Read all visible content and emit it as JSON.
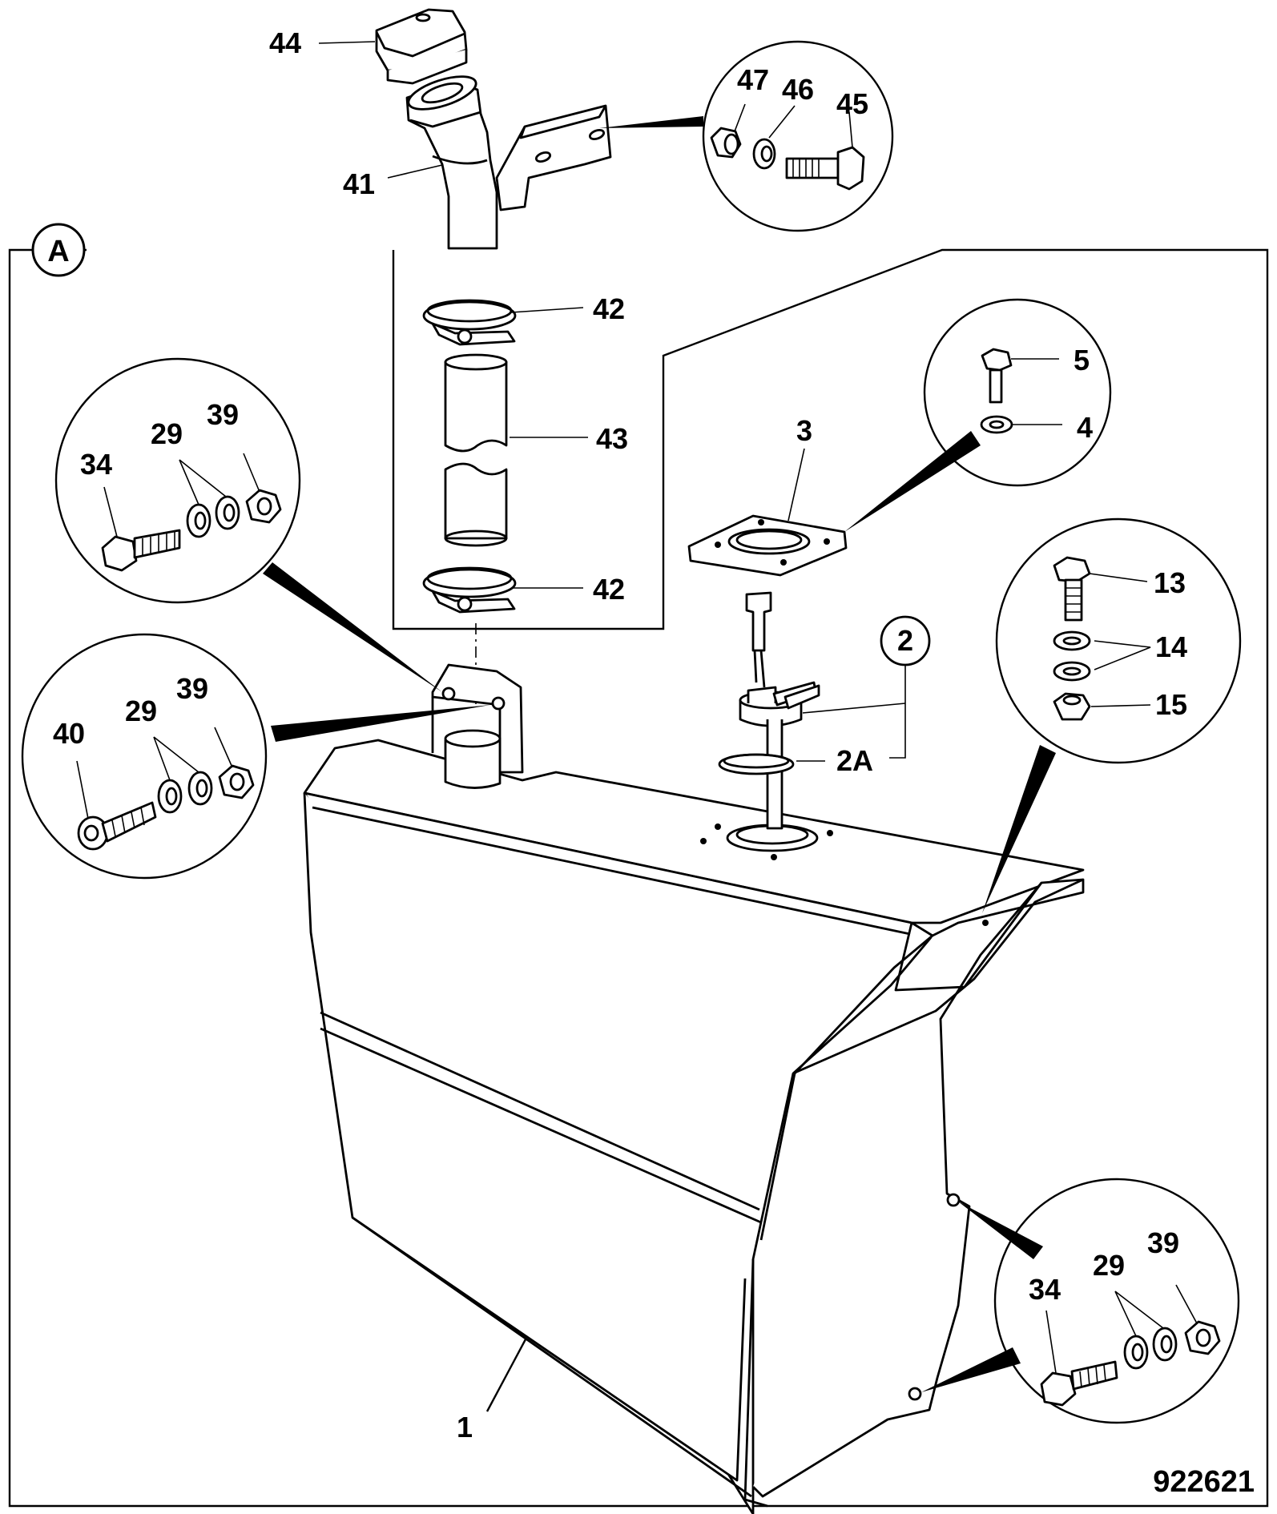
{
  "labels": {
    "l44": "44",
    "l41": "41",
    "l47": "47",
    "l46": "46",
    "l45": "45",
    "l42a": "42",
    "l42b": "42",
    "l43": "43",
    "l5": "5",
    "l4": "4",
    "l3": "3",
    "l13": "13",
    "l14": "14",
    "l15": "15",
    "l2": "2",
    "l2A": "2A",
    "l34a": "34",
    "l29a": "29",
    "l39a": "39",
    "l40": "40",
    "l29b": "29",
    "l39b": "39",
    "l34b": "34",
    "l29c": "29",
    "l39c": "39",
    "l1": "1"
  },
  "view_marker": "A",
  "drawing_number": "922621"
}
